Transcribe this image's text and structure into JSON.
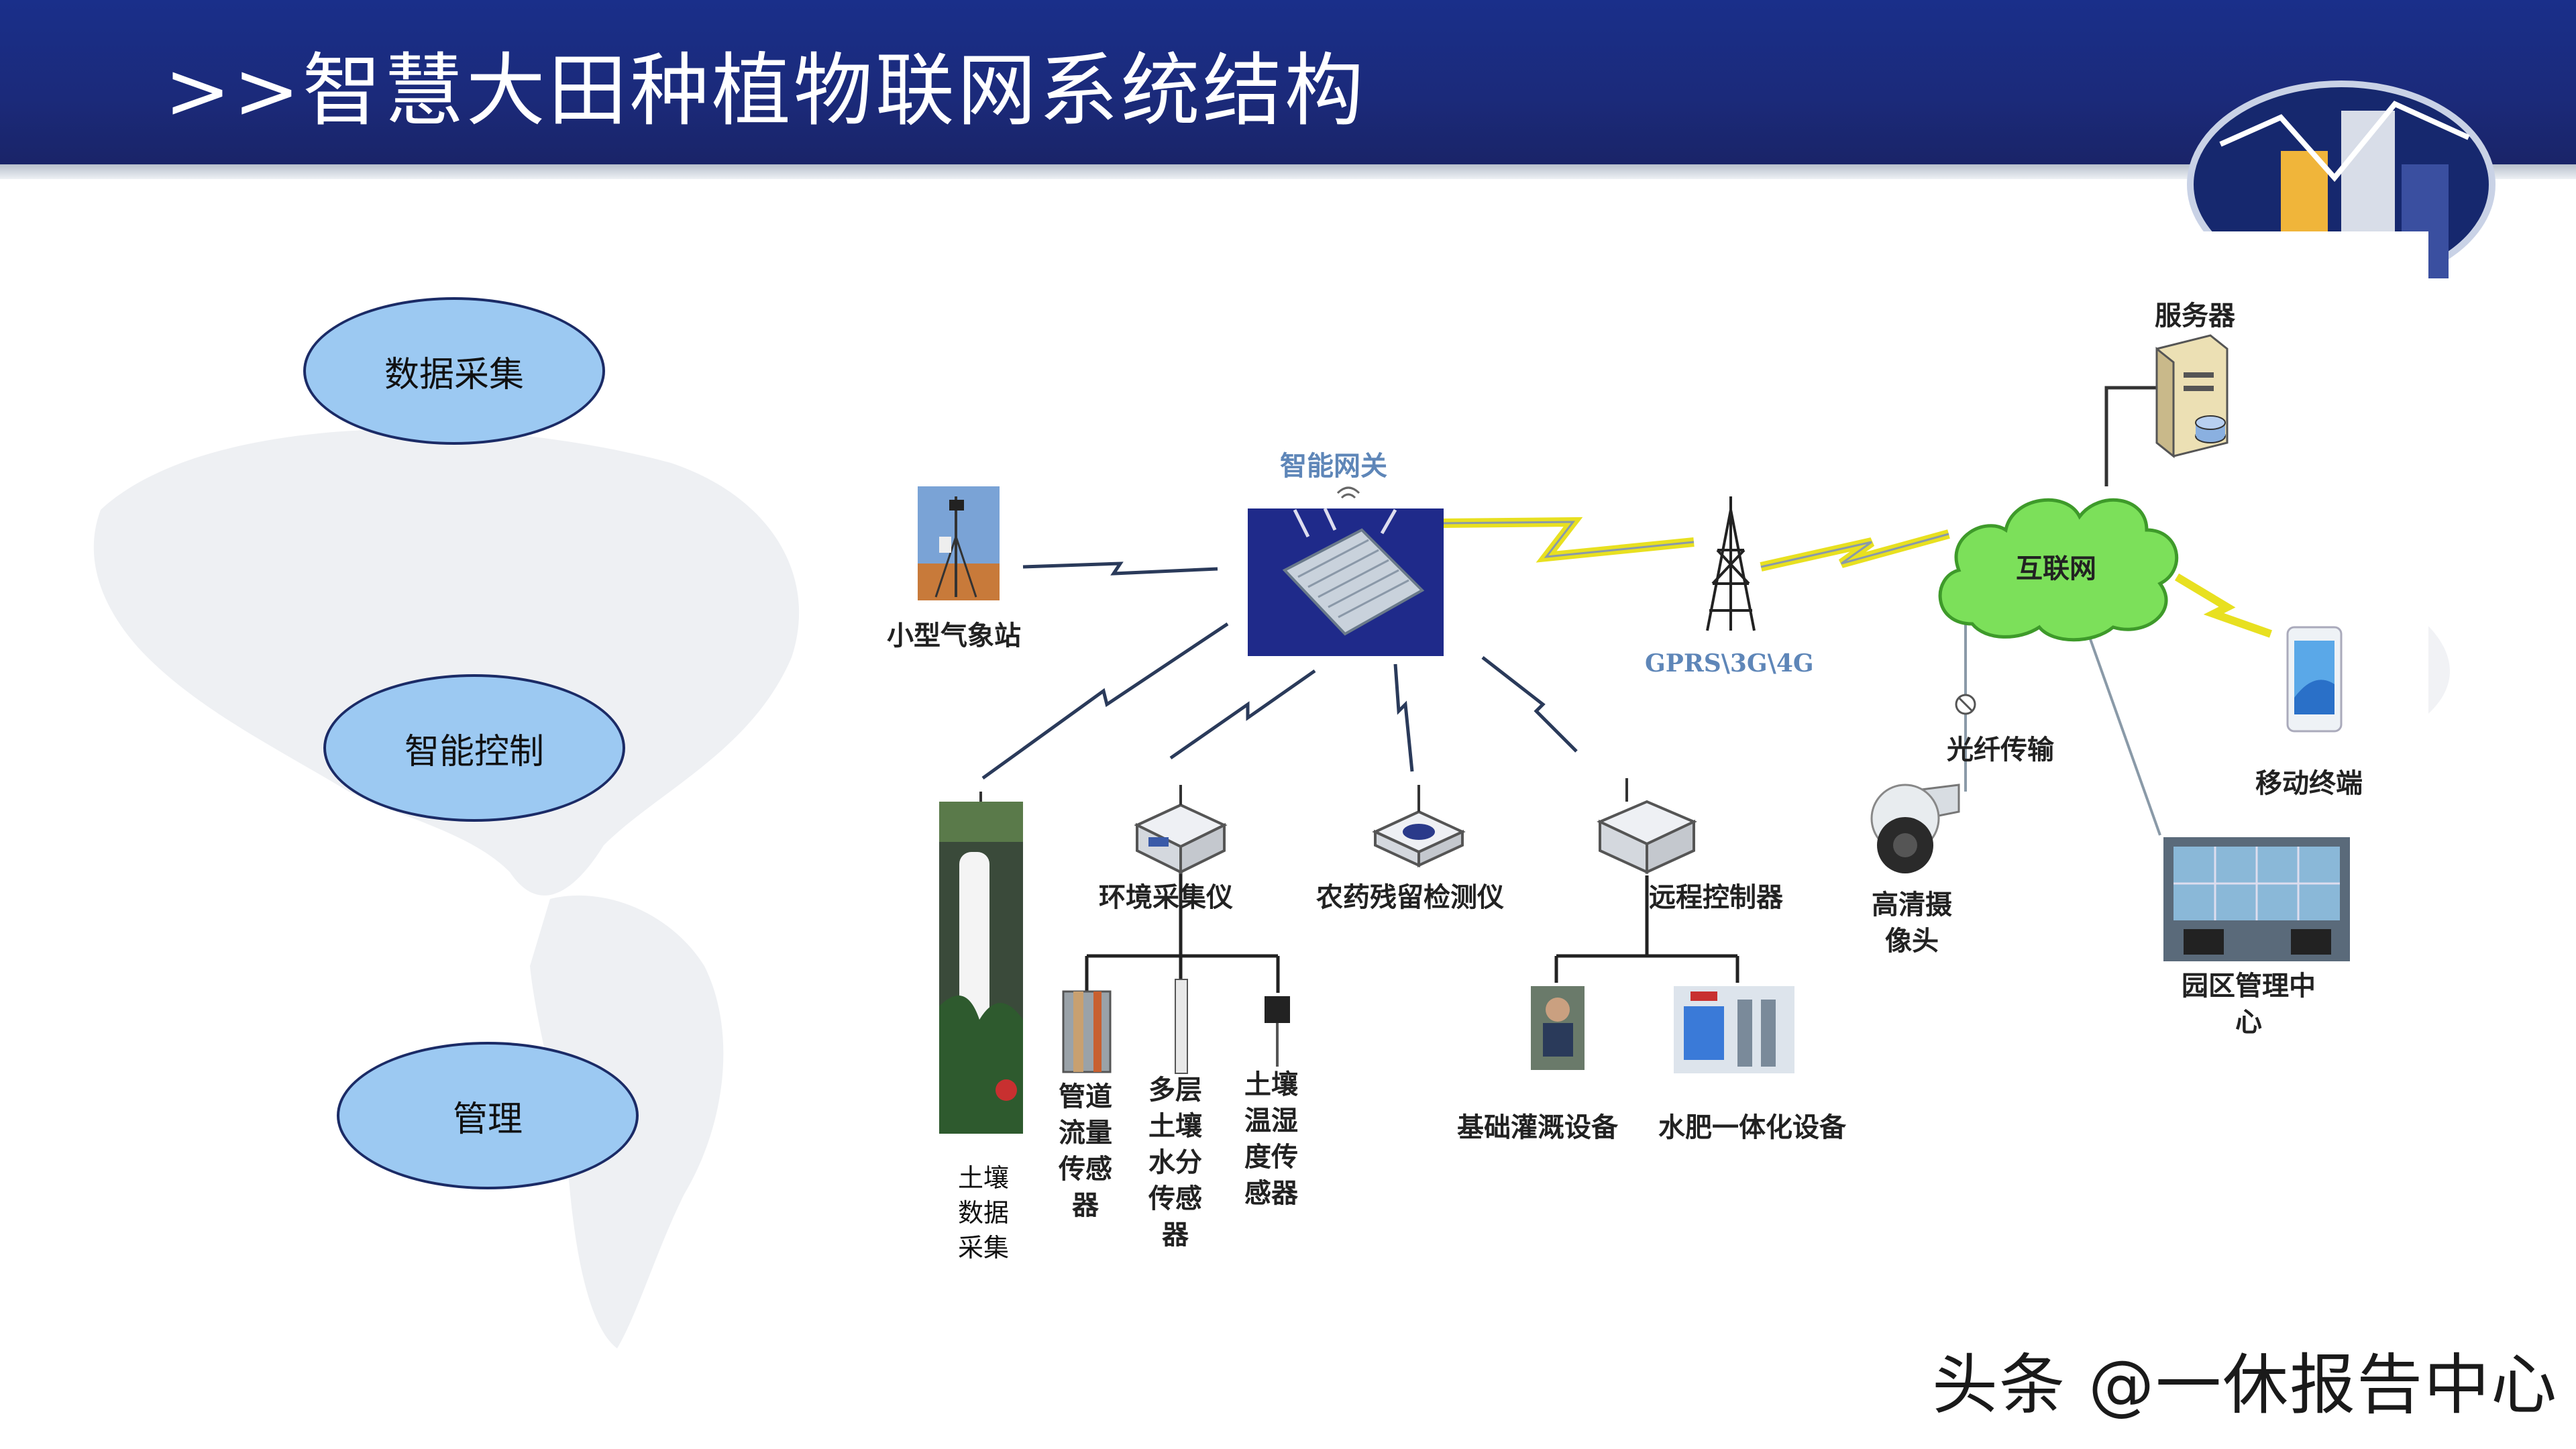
{
  "header": {
    "title": ">>智慧大田种植物联网系统结构"
  },
  "left_ovals": [
    {
      "label": "数据采集"
    },
    {
      "label": "智能控制"
    },
    {
      "label": "管理"
    }
  ],
  "diagram": {
    "gateway": "智能网关",
    "weather_station": "小型气象站",
    "network_tower": "GPRS\\3G\\4G",
    "server": "服务器",
    "internet": "互联网",
    "mobile_terminal": "移动终端",
    "fiber": "光纤传输",
    "hd_camera": "高清摄\n像头",
    "park_center": "园区管理中\n心",
    "env_collector": "环境采集仪",
    "pesticide_detector": "农药残留检测仪",
    "remote_controller": "远程控制器",
    "soil_data": "土壤\n数据\n采集",
    "pipe_sensor": "管道\n流量\n传感\n器",
    "multilayer_sensor": "多层\n土壤\n水分\n传感\n器",
    "soil_temp_sensor": "土壤\n温湿\n度传\n感器",
    "irrigation": "基础灌溉设备",
    "fertigation": "水肥一体化设备"
  },
  "footer": {
    "watermark": "头条 @一休报告中心"
  },
  "colors": {
    "header_blue": "#1a2f8a",
    "oval_fill": "#9cc9f2",
    "oval_border": "#1b2b66",
    "cloud_green": "#7ce05a",
    "lightning_yellow": "#e8e020",
    "gateway_label_blue": "#5e86b8"
  }
}
